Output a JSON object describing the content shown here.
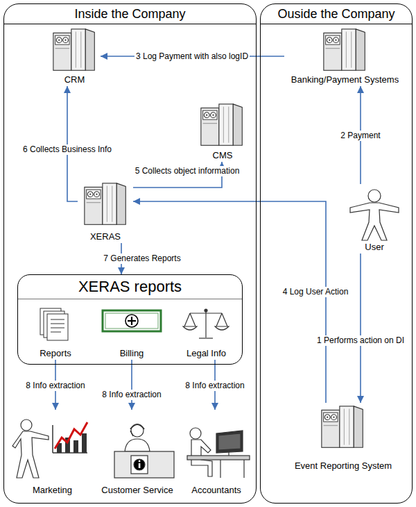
{
  "diagram": {
    "nodes": [
      {
        "text": [
          "Inside the Company"
        ]
      },
      {
        "text": [
          "Ouside the Company"
        ]
      },
      {
        "text": [
          "CRM"
        ],
        "in": 0
      },
      {
        "text": [
          "Banking/Payment Systems"
        ],
        "in": 1
      },
      {
        "text": [
          "CMS"
        ],
        "in": 0
      },
      {
        "text": [
          "XERAS"
        ],
        "in": 0
      },
      {
        "text": [
          "User"
        ],
        "in": 1
      },
      {
        "text": [
          "XERAS reports"
        ],
        "in": 0
      },
      {
        "text": [
          "Reports"
        ],
        "in": 7
      },
      {
        "text": [
          "Billing"
        ],
        "in": 7
      },
      {
        "text": [
          "Legal Info"
        ],
        "in": 7
      },
      {
        "text": [
          "Marketing"
        ],
        "in": 0
      },
      {
        "text": [
          "Customer Service"
        ],
        "in": 0
      },
      {
        "text": [
          "Accountants"
        ],
        "in": 0
      },
      {
        "text": [
          "Event Reporting System"
        ],
        "in": 1
      }
    ],
    "edges": [
      {
        "from": 3,
        "to": 2,
        "label": "3 Log Payment with also logID",
        "arrow": "to"
      },
      {
        "from": 6,
        "to": 3,
        "label": "2 Payment",
        "arrow": "to"
      },
      {
        "from": 5,
        "to": 4,
        "label": "5 Collects object information",
        "arrow": "to"
      },
      {
        "from": 5,
        "to": 2,
        "label": "6 Collects Business Info",
        "arrow": "to"
      },
      {
        "from": 14,
        "to": 5,
        "label": "4 Log User Action",
        "arrow": "to"
      },
      {
        "from": 6,
        "to": 14,
        "label": "1 Performs action on DI",
        "arrow": "to"
      },
      {
        "from": 5,
        "to": 7,
        "label": "7 Generates Reports",
        "arrow": "to"
      },
      {
        "from": 8,
        "to": 11,
        "label": "8 Info extraction",
        "arrow": "to"
      },
      {
        "from": 9,
        "to": 12,
        "label": "8 Info extraction",
        "arrow": "to"
      },
      {
        "from": 10,
        "to": 13,
        "label": "8 Info extraction",
        "arrow": "to"
      }
    ]
  }
}
